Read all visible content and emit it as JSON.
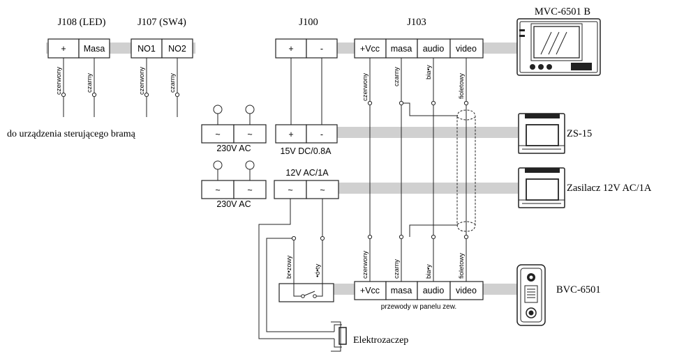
{
  "connectors": {
    "j108": {
      "title": "J108 (LED)",
      "pins": [
        "+",
        "Masa"
      ],
      "wires": [
        "czerwony",
        "czarny"
      ]
    },
    "j107": {
      "title": "J107 (SW4)",
      "pins": [
        "NO1",
        "NO2"
      ],
      "wires": [
        "czerwony",
        "czarny"
      ]
    },
    "j100": {
      "title": "J100",
      "pins": [
        "+",
        "-"
      ]
    },
    "j103": {
      "title": "J103",
      "pins": [
        "+Vcc",
        "masa",
        "audio",
        "video"
      ],
      "wires": [
        "czerwony",
        "czarny",
        "bia•y",
        "fioletowy"
      ]
    }
  },
  "gate_controller_label": "do urządzenia sterującego bramą",
  "psu1": {
    "pins": [
      "~",
      "~"
    ],
    "label": "230V AC"
  },
  "psu_zs15": {
    "pins": [
      "+",
      "-"
    ],
    "label": "15V DC/0.8A"
  },
  "psu2": {
    "pins": [
      "~",
      "~"
    ],
    "label": "230V AC"
  },
  "psu_lock": {
    "pins": [
      "~",
      "~"
    ],
    "label": "12V AC/1A"
  },
  "panel": {
    "pins": [
      "+Vcc",
      "masa",
      "audio",
      "video"
    ],
    "wires": [
      "czerwony",
      "czarny",
      "bia•y",
      "fioletowy"
    ],
    "caption": "przewody w panelu zew."
  },
  "lock_wires": [
    "br•zowy",
    "•ó•ty"
  ],
  "devices": {
    "monitor": "MVC-6501 B",
    "zs15": "ZS-15",
    "supply": "Zasilacz 12V AC/1A",
    "panel": "BVC-6501",
    "lock": "Elektrozaczep"
  }
}
